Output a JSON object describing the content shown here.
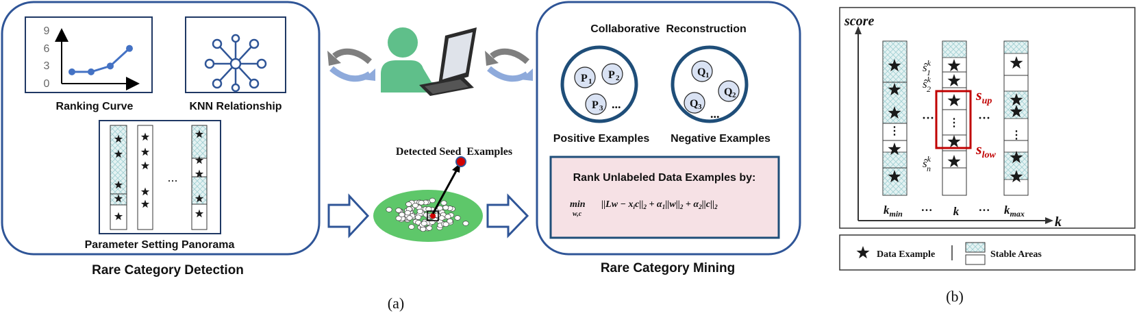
{
  "panel_a": {
    "caption": "(a)",
    "left": {
      "title": "Rare Category Detection",
      "ranking_curve": {
        "label": "Ranking Curve",
        "ticks": [
          "9",
          "6",
          "3",
          "0"
        ],
        "values": [
          2,
          2,
          3,
          6
        ]
      },
      "knn": {
        "label": "KNN Relationship"
      },
      "panorama": {
        "label": "Parameter Setting Panorama",
        "ellipsis": "..."
      }
    },
    "middle": {
      "seed_label": "Detected Seed  Examples"
    },
    "right": {
      "title": "Rare Category Mining",
      "heading": "Collaborative  Reconstruction",
      "positive": {
        "label": "Positive Examples",
        "p1": "P",
        "p1_sub": "1",
        "p2": "P",
        "p2_sub": "2",
        "p3": "P",
        "p3_sub": "3",
        "ellipsis": "..."
      },
      "negative": {
        "label": "Negative Examples",
        "q1": "Q",
        "q1_sub": "1",
        "q2": "Q",
        "q2_sub": "2",
        "q3": "Q",
        "q3_sub": "3",
        "ellipsis": "..."
      },
      "rank": {
        "title": "Rank Unlabeled Data Examples by:",
        "min_word": "min",
        "min_sub": "w,c",
        "formula": "||Lw − x",
        "formula_i": "i",
        "formula_c": "c||",
        "formula_2a": "2",
        "formula_b": " + α",
        "formula_1": "1",
        "formula_w": "||w||",
        "formula_2b": "2",
        "formula_c2": " + α",
        "formula_2c": "2",
        "formula_cc": "||c||",
        "formula_2d": "2"
      }
    }
  },
  "panel_b": {
    "caption": "(b)",
    "y_axis": "score",
    "x_axis": "k",
    "columns": {
      "kmin": "k",
      "kmin_sub": "min",
      "k": "k",
      "kmax": "k",
      "kmax_sub": "max",
      "dots": "···"
    },
    "s_labels": {
      "s1": "ŝ",
      "s1_sup": "k",
      "s1_sub": "1",
      "s2": "ŝ",
      "s2_sup": "k",
      "s2_sub": "2",
      "sn": "ŝ",
      "sn_sup": "k",
      "sn_sub": "n"
    },
    "s_up": "s",
    "s_up_sub": "up",
    "s_low": "s",
    "s_low_sub": "low",
    "legend": {
      "data_example": "Data Example",
      "stable_areas": "Stable Areas"
    },
    "colors": {
      "highlight": "#c00000",
      "frame": "#2f5597"
    }
  }
}
